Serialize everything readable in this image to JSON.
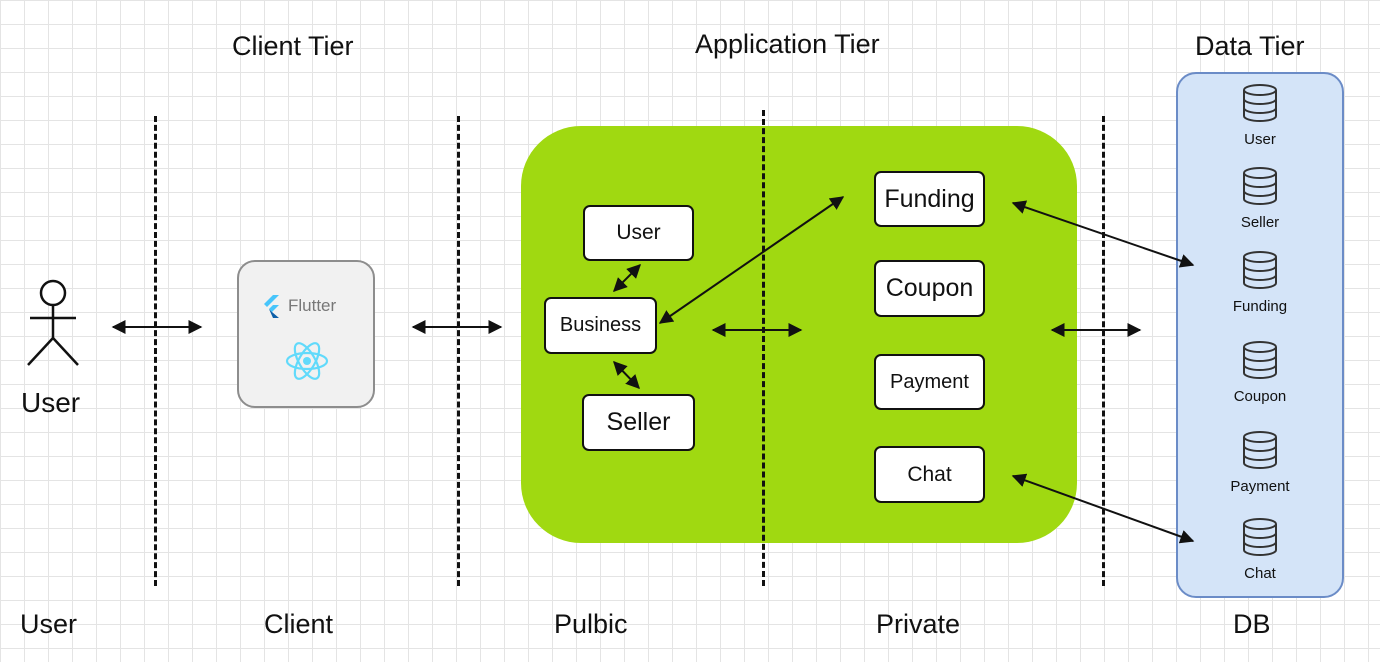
{
  "tiers": {
    "client": "Client Tier",
    "application": "Application Tier",
    "data": "Data Tier"
  },
  "zones": {
    "user": "User",
    "client": "Client",
    "public": "Pulbic",
    "private": "Private",
    "db": "DB"
  },
  "actor": {
    "label": "User"
  },
  "client_app": {
    "flutter_label": "Flutter",
    "icons": [
      "flutter-icon",
      "react-icon"
    ]
  },
  "public_services": {
    "user": "User",
    "business": "Business",
    "seller": "Seller"
  },
  "private_services": {
    "funding": "Funding",
    "coupon": "Coupon",
    "payment": "Payment",
    "chat": "Chat"
  },
  "databases": [
    "User",
    "Seller",
    "Funding",
    "Coupon",
    "Payment",
    "Chat"
  ],
  "colors": {
    "app_panel": "#a0d911",
    "data_panel": "#d4e4f8",
    "data_border": "#6b8cc7",
    "flutter_blue": "#47c5fb",
    "react_cyan": "#61dafb"
  }
}
